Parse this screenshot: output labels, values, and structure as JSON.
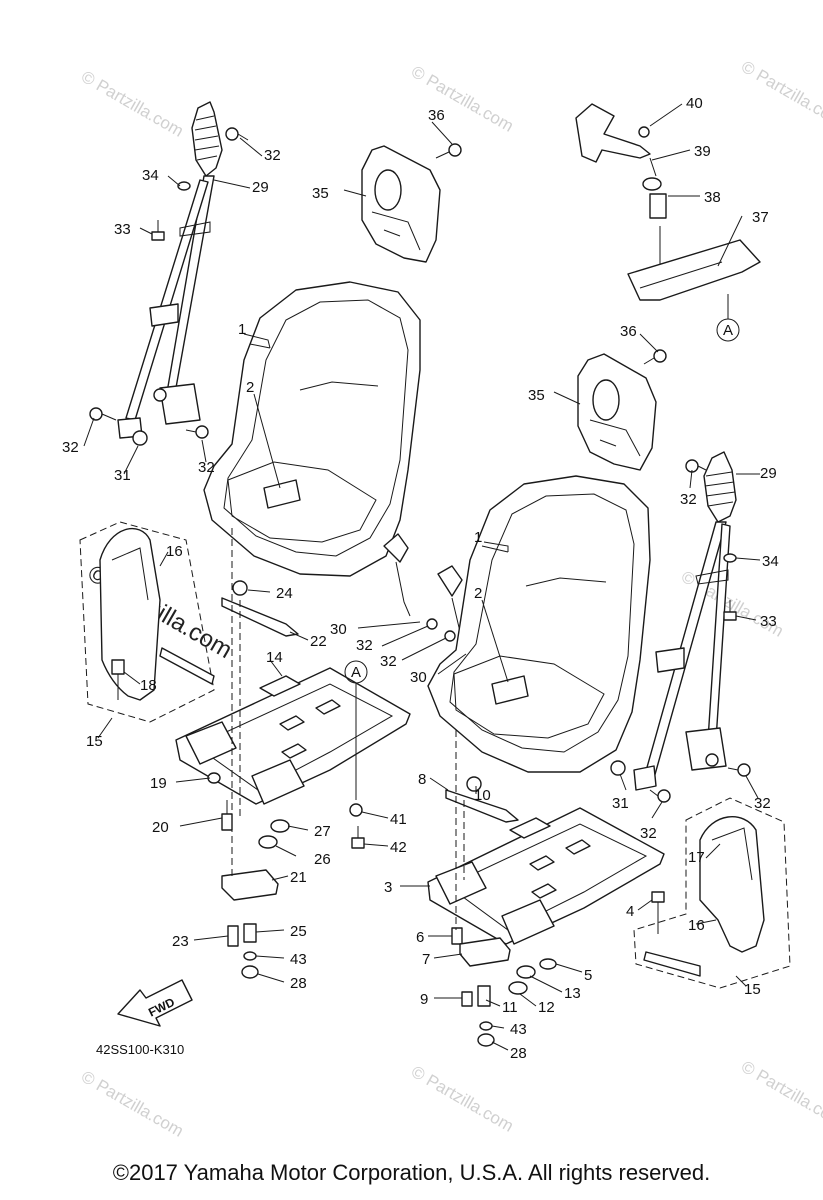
{
  "diagram": {
    "code": "42SS100-K310",
    "fwd_label": "FWD",
    "reference_marker": "A",
    "watermark": "© Partzilla.com",
    "copyright": "©2017  Yamaha Motor Corporation, U.S.A. All rights reserved."
  },
  "callouts": {
    "c1a": "1",
    "c2a": "2",
    "c1b": "1",
    "c2b": "2",
    "c3": "3",
    "c4": "4",
    "c5": "5",
    "c6": "6",
    "c7": "7",
    "c8": "8",
    "c9": "9",
    "c10": "10",
    "c11": "11",
    "c12": "12",
    "c13": "13",
    "c14": "14",
    "c15a": "15",
    "c15b": "15",
    "c16a": "16",
    "c16b": "16",
    "c17": "17",
    "c18": "18",
    "c19": "19",
    "c20": "20",
    "c21": "21",
    "c22": "22",
    "c23": "23",
    "c24": "24",
    "c25": "25",
    "c26": "26",
    "c27": "27",
    "c28a": "28",
    "c28b": "28",
    "c29a": "29",
    "c29b": "29",
    "c30a": "30",
    "c30b": "30",
    "c31a": "31",
    "c31b": "31",
    "c32a": "32",
    "c32b": "32",
    "c32c": "32",
    "c32d": "32",
    "c32e": "32",
    "c32f": "32",
    "c32g": "32",
    "c32h": "32",
    "c33a": "33",
    "c33b": "33",
    "c34a": "34",
    "c34b": "34",
    "c35a": "35",
    "c35b": "35",
    "c36a": "36",
    "c36b": "36",
    "c37": "37",
    "c38": "38",
    "c39": "39",
    "c40": "40",
    "c41": "41",
    "c42": "42",
    "c43a": "43",
    "c43b": "43"
  }
}
